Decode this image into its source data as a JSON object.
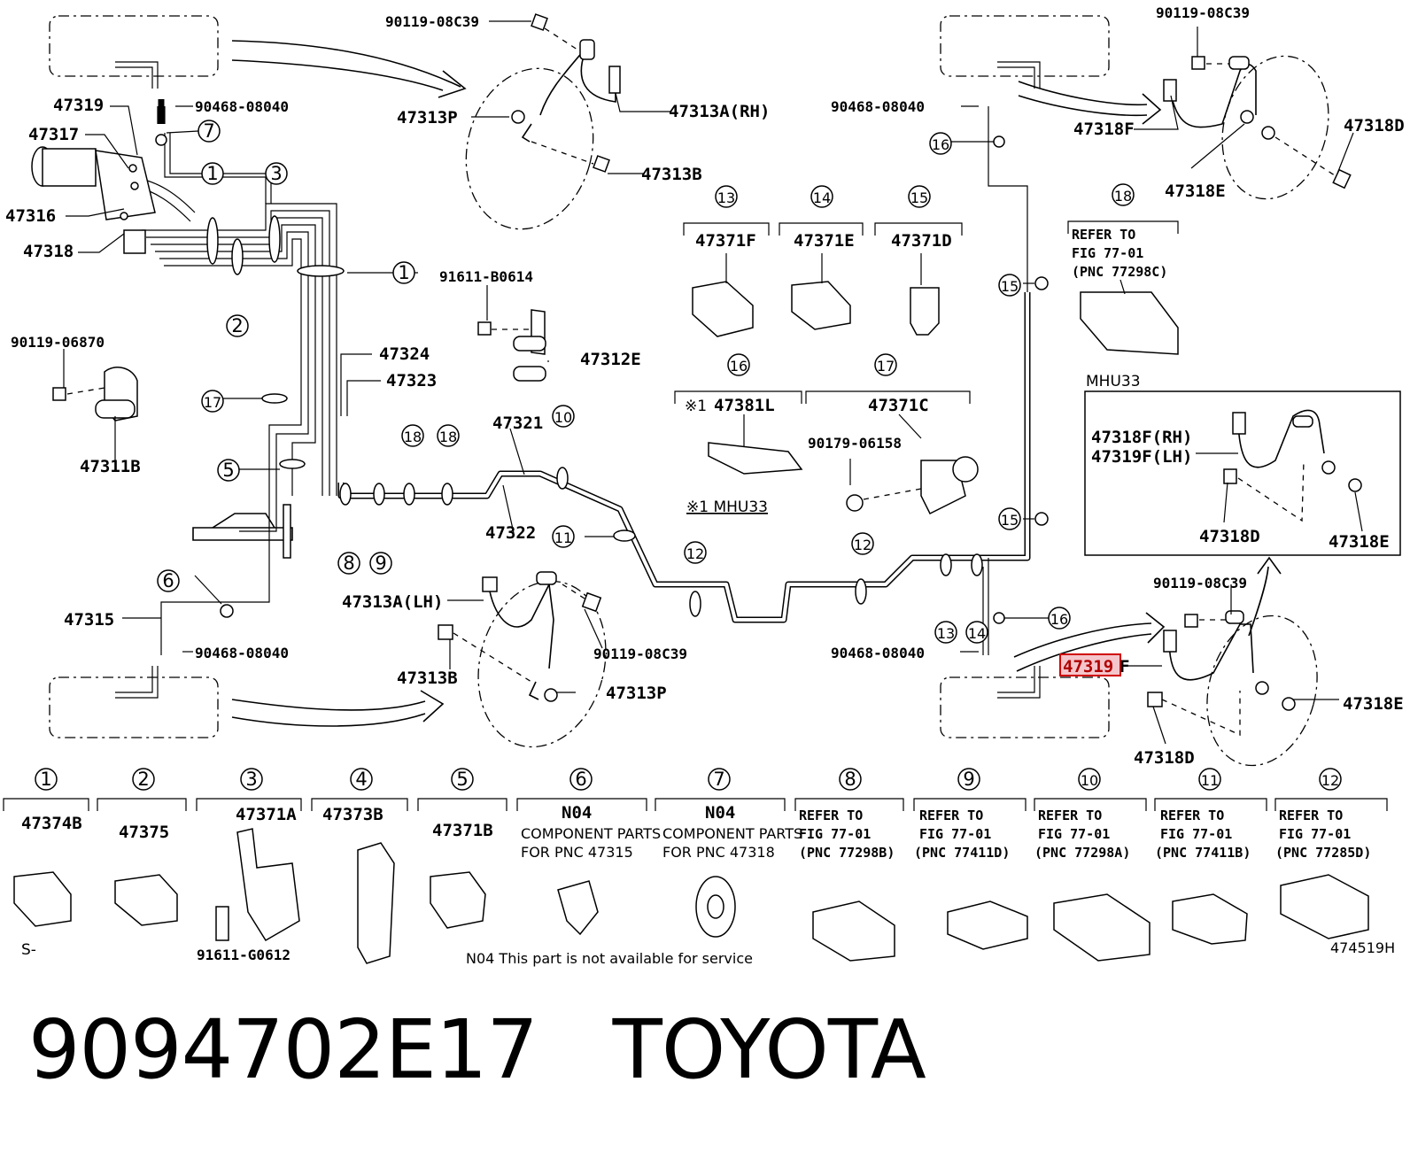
{
  "labels": {
    "p47319": "47319",
    "p47317": "47317",
    "p47316": "47316",
    "p47318": "47318",
    "p90468a": "90468-08040",
    "p90119a": "90119-08C39",
    "p47313P_top": "47313P",
    "p47313A_RH": "47313A(RH)",
    "p47313B_top": "47313B",
    "p90468b": "90468-08040",
    "p90119b": "90119-08C39",
    "p47318F": "47318F",
    "p47318D_top": "47318D",
    "p47318E_top": "47318E",
    "p91611B": "91611-B0614",
    "p47312E": "47312E",
    "p90119c": "90119-06870",
    "p47311B": "47311B",
    "p47324": "47324",
    "p47323": "47323",
    "p47321": "47321",
    "p47322": "47322",
    "p47315": "47315",
    "p90468c": "90468-08040",
    "p47313A_LH": "47313A(LH)",
    "p47313B_bot": "47313B",
    "p90119d": "90119-08C39",
    "p47313P_bot": "47313P",
    "p90468d": "90468-08040",
    "p47319F_hl": "47319",
    "p47319F_suffix": "F",
    "p90119e": "90119-08C39",
    "p47318E_bot": "47318E",
    "p47318D_bot": "47318D",
    "p47371F": "47371F",
    "p47371E": "47371E",
    "p47371D": "47371D",
    "p47381L": "47381L",
    "p47371C": "47371C",
    "p90179": "90179-06158",
    "mark1": "※1",
    "mhu33_note": "※1 MHU33",
    "ref18_1": "REFER TO",
    "ref18_2": "FIG 77-01",
    "ref18_3": "(PNC 77298C)",
    "mhu33_box_title": "MHU33",
    "mhu_47318F": "47318F(RH)",
    "mhu_47319F": "47319F(LH)",
    "mhu_47318D": "47318D",
    "mhu_47318E": "47318E"
  },
  "callouts": [
    "1",
    "2",
    "3",
    "4",
    "5",
    "6",
    "7",
    "8",
    "9",
    "10",
    "11",
    "12",
    "13",
    "14",
    "15",
    "16",
    "17",
    "18"
  ],
  "bottom_parts": {
    "b1": "47374B",
    "b2": "47375",
    "b3": "47371A",
    "b3_bolt": "91611-G0612",
    "b4": "47373B",
    "b5": "47371B",
    "b6": "N04",
    "b6_desc1": "COMPONENT PARTS",
    "b6_desc2": "FOR PNC 47315",
    "b7": "N04",
    "b7_desc1": "COMPONENT PARTS",
    "b7_desc2": "FOR PNC 47318",
    "refer": "REFER TO",
    "fig": "FIG 77-01",
    "b8_pnc": "(PNC 77298B)",
    "b9_pnc": "(PNC 77411D)",
    "b10_pnc": "(PNC 77298A)",
    "b11_pnc": "(PNC 77411B)",
    "b12_pnc": "(PNC 77285D)",
    "s_mark": "S-",
    "n04_note": "N04 This part is not available for service",
    "fig_code": "474519H"
  },
  "bottom_title": "9094702E17   TOYOTA"
}
